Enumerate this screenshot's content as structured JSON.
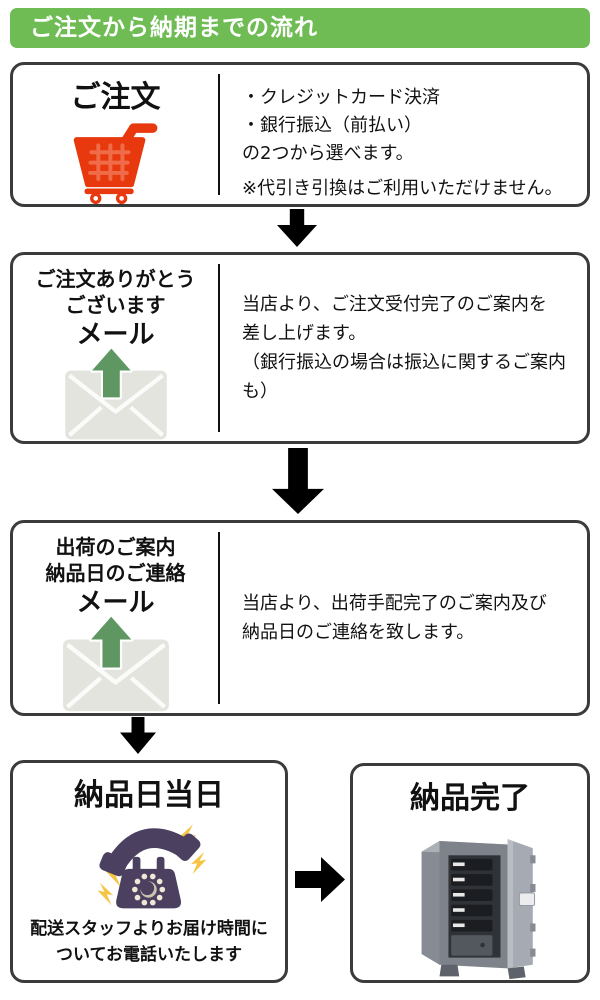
{
  "header": {
    "title": "ご注文から納期までの流れ"
  },
  "steps": [
    {
      "id": "order",
      "title": "ご注文",
      "icon": "shopping-cart-icon",
      "details": [
        "・クレジットカード決済",
        "・銀行振込（前払い）",
        "の2つから選べます。"
      ],
      "note": "※代引き引換はご利用いただけません。"
    },
    {
      "id": "thanks-mail",
      "title_lines": [
        "ご注文ありがとう",
        "ございます"
      ],
      "subtitle": "メール",
      "icon": "mail-send-icon",
      "details": [
        "当店より、ご注文受付完了のご案内を",
        "差し上げます。",
        "（銀行振込の場合は振込に関するご案内も）"
      ]
    },
    {
      "id": "shipping-mail",
      "title_lines": [
        "出荷のご案内",
        "納品日のご連絡"
      ],
      "subtitle": "メール",
      "icon": "mail-send-icon",
      "details": [
        "当店より、出荷手配完了のご案内及び",
        "納品日のご連絡を致します。"
      ]
    },
    {
      "id": "delivery-day",
      "title": "納品日当日",
      "icon": "telephone-icon",
      "details": [
        "配送スタッフよりお届け時間に",
        "ついてお電話いたします"
      ]
    },
    {
      "id": "delivery-complete",
      "title": "納品完了",
      "icon": "safe-photo"
    }
  ],
  "colors": {
    "header_green": "#6FBC55",
    "cart_red": "#E8380D",
    "cart_grid_red": "#F06B48",
    "envelope_gray": "#E4E4DF",
    "mail_arrow_green": "#5E9762",
    "phone_purple": "#4C4060",
    "lightning_yellow": "#F5C442",
    "flow_arrow_black": "#000000",
    "box_border": "#3b3b3b"
  }
}
